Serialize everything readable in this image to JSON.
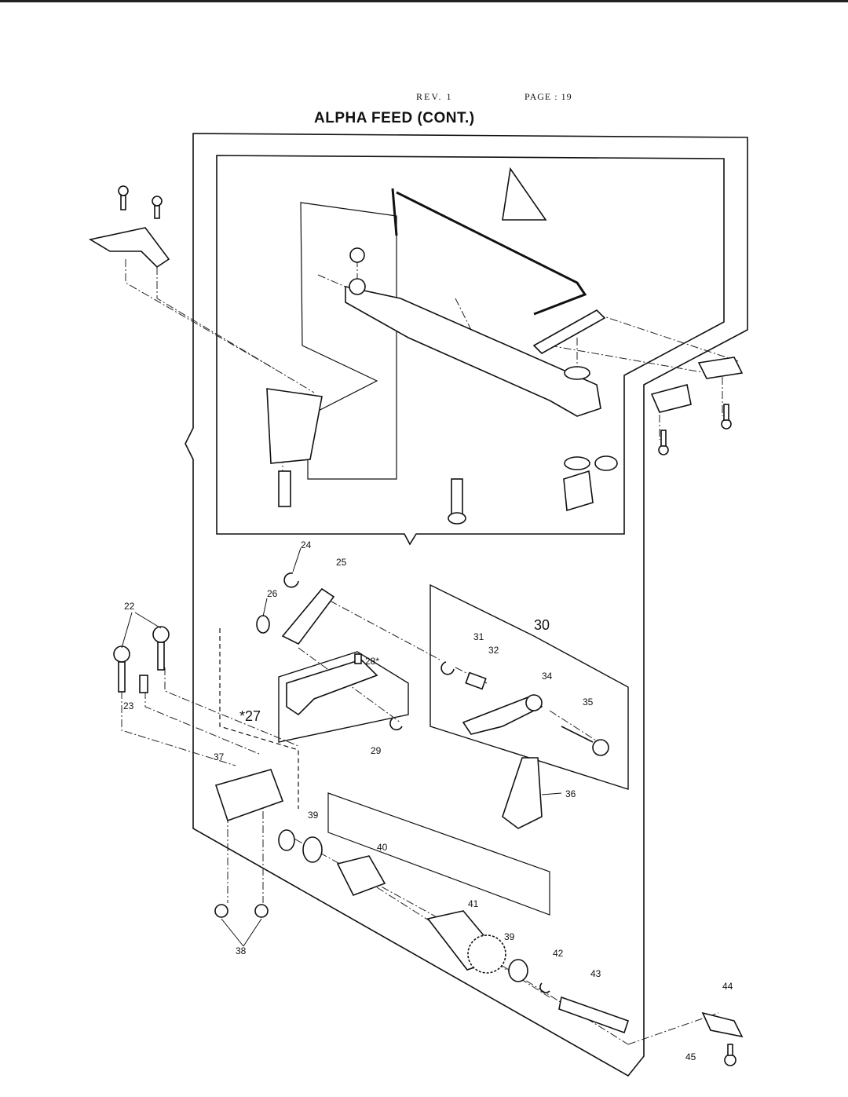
{
  "header": {
    "rev": "REV. 1",
    "page": "PAGE : 19",
    "title": "ALPHA FEED (CONT.)"
  },
  "callouts": [
    "22",
    "23",
    "24",
    "25",
    "26",
    "*27",
    "28*",
    "29",
    "30",
    "31",
    "32",
    "34",
    "35",
    "36",
    "37",
    "38",
    "39",
    "40",
    "41",
    "39",
    "42",
    "43",
    "44",
    "45"
  ]
}
